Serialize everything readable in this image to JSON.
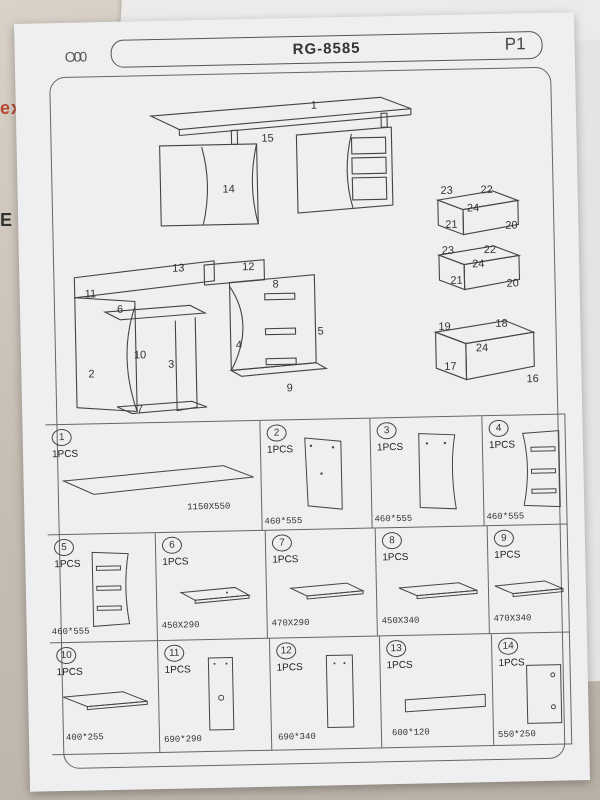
{
  "header": {
    "circles": "O00",
    "model": "RG-8585",
    "page": "P1"
  },
  "background": {
    "carton_text": "exo",
    "carton_text2": "E"
  },
  "assembly": {
    "labels": [
      "1",
      "15",
      "14",
      "13",
      "12",
      "11",
      "6",
      "2",
      "10",
      "3",
      "4",
      "5",
      "8",
      "9",
      "7",
      "23",
      "22",
      "24",
      "21",
      "20",
      "23",
      "22",
      "24",
      "21",
      "20",
      "19",
      "18",
      "24",
      "17",
      "16"
    ]
  },
  "parts": [
    {
      "num": "1",
      "qty": "1PCS",
      "dim": "1150X550"
    },
    {
      "num": "2",
      "qty": "1PCS",
      "dim": "460*555"
    },
    {
      "num": "3",
      "qty": "1PCS",
      "dim": "460*555"
    },
    {
      "num": "4",
      "qty": "1PCS",
      "dim": "460*555"
    },
    {
      "num": "5",
      "qty": "1PCS",
      "dim": "460*555"
    },
    {
      "num": "6",
      "qty": "1PCS",
      "dim": "450X290"
    },
    {
      "num": "7",
      "qty": "1PCS",
      "dim": "470X290"
    },
    {
      "num": "8",
      "qty": "1PCS",
      "dim": "450X340"
    },
    {
      "num": "9",
      "qty": "1PCS",
      "dim": "470X340"
    },
    {
      "num": "10",
      "qty": "1PCS",
      "dim": "400*255"
    },
    {
      "num": "11",
      "qty": "1PCS",
      "dim": "690*290"
    },
    {
      "num": "12",
      "qty": "1PCS",
      "dim": "690*340"
    },
    {
      "num": "13",
      "qty": "1PCS",
      "dim": "600*120"
    },
    {
      "num": "14",
      "qty": "1PCS",
      "dim": "550*250"
    }
  ]
}
